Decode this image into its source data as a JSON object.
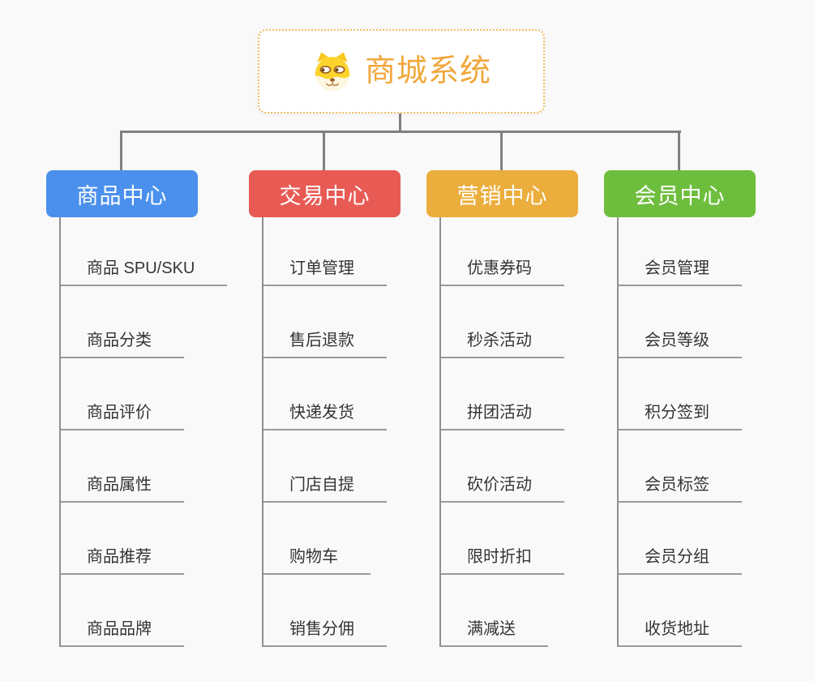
{
  "canvas": {
    "background": "#F9F9F9"
  },
  "root": {
    "title": "商城系统",
    "icon": "shiba-dog-icon",
    "title_color": "#F0A73C",
    "border_color": "#F2BC5E",
    "background": "#FFFFFF"
  },
  "branches": [
    {
      "label": "商品中心",
      "color": "#4B90EC",
      "children": [
        "商品 SPU/SKU",
        "商品分类",
        "商品评价",
        "商品属性",
        "商品推荐",
        "商品品牌"
      ]
    },
    {
      "label": "交易中心",
      "color": "#E85B55",
      "children": [
        "订单管理",
        "售后退款",
        "快递发货",
        "门店自提",
        "购物车",
        "销售分佣"
      ]
    },
    {
      "label": "营销中心",
      "color": "#EBAD3C",
      "children": [
        "优惠券码",
        "秒杀活动",
        "拼团活动",
        "砍价活动",
        "限时折扣",
        "满减送"
      ]
    },
    {
      "label": "会员中心",
      "color": "#6EBE3E",
      "children": [
        "会员管理",
        "会员等级",
        "积分签到",
        "会员标签",
        "会员分组",
        "收货地址"
      ]
    }
  ],
  "connector_color": "#808080",
  "underline_color": "#9A9A9A",
  "child_text_color": "#333333"
}
